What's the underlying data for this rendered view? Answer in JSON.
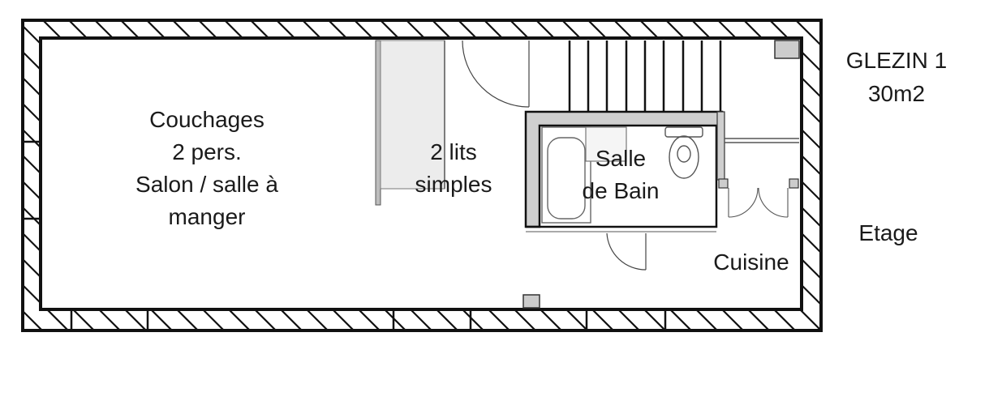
{
  "title": "GLEZIN  1",
  "area": "30m2",
  "level": "Etage",
  "rooms": {
    "living": [
      "Couchages",
      "2 pers.",
      "Salon / salle à",
      "manger"
    ],
    "beds": [
      "2 lits",
      "simples"
    ],
    "bathroom": [
      "Salle",
      "de Bain"
    ],
    "kitchen": "Cuisine"
  },
  "colors": {
    "wall": "#111111",
    "fixture": "#555555",
    "fill": "#e8e8e8",
    "bath_wall": "#cfcfcf"
  }
}
